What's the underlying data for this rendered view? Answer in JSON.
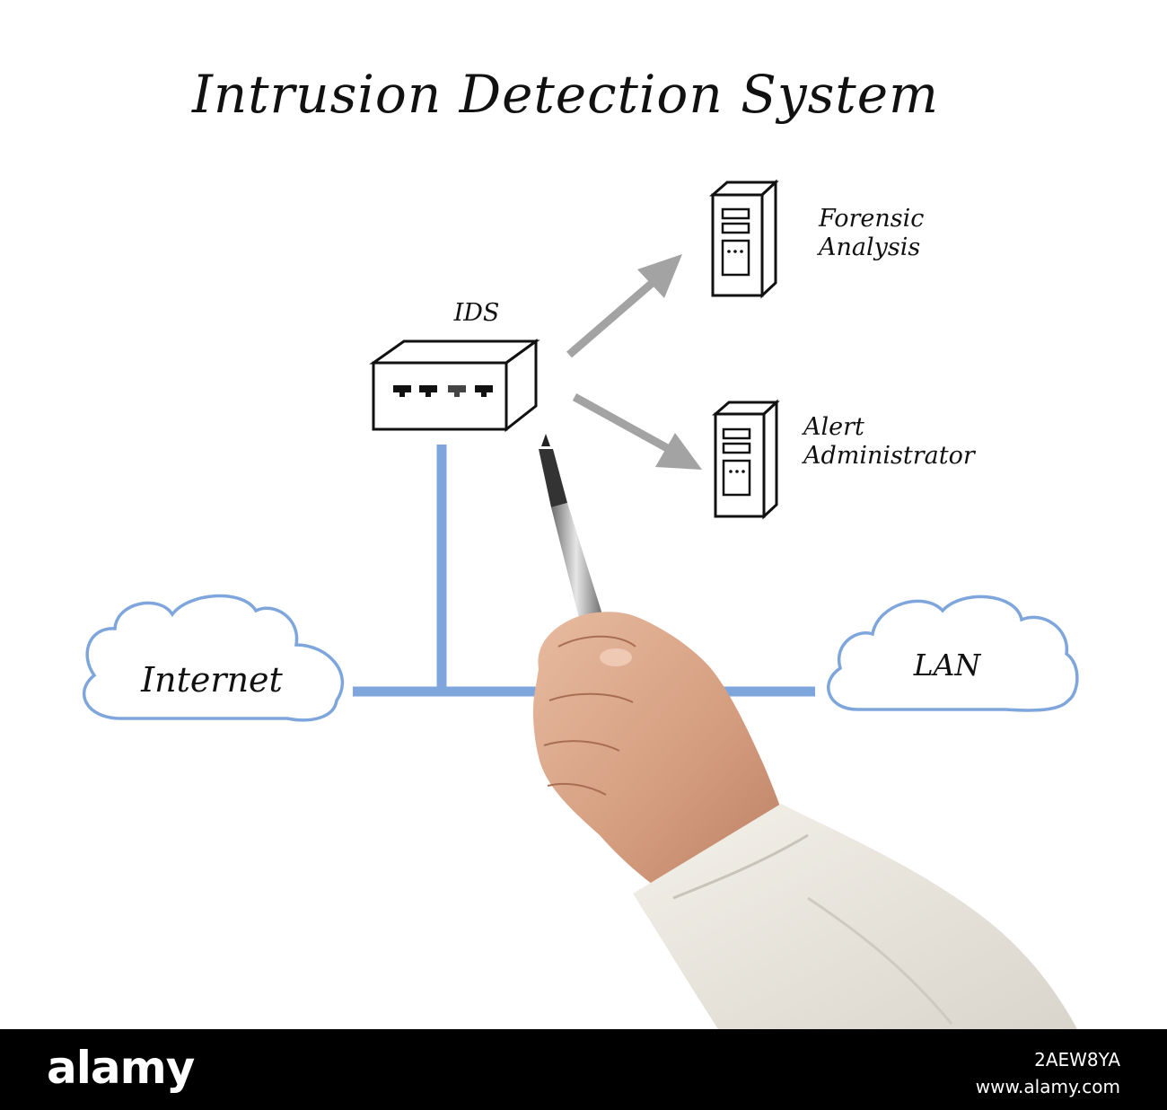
{
  "diagram": {
    "title": "Intrusion Detection System",
    "nodes": {
      "ids": "IDS",
      "forensic_line1": "Forensic",
      "forensic_line2": "Analysis",
      "alert_line1": "Alert",
      "alert_line2": "Administrator",
      "internet": "Internet",
      "lan": "LAN"
    },
    "edges": [
      {
        "from": "IDS",
        "to": "Forensic Analysis",
        "style": "arrow"
      },
      {
        "from": "IDS",
        "to": "Alert Administrator",
        "style": "arrow"
      },
      {
        "from": "IDS",
        "to": "network-bus",
        "style": "line"
      },
      {
        "from": "Internet",
        "to": "LAN",
        "style": "line"
      }
    ],
    "icons": {
      "ids": "network-switch-icon",
      "forensic": "server-tower-icon",
      "alert": "server-tower-icon",
      "internet": "cloud-icon",
      "lan": "cloud-icon",
      "pointer": "hand-holding-pen"
    },
    "colors": {
      "network_line": "#7ea6dc",
      "cloud_outline": "#7ea6dc",
      "arrow": "#a3a3a3",
      "ink": "#111111"
    }
  },
  "watermark": {
    "logo": "alamy",
    "image_id": "2AEW8YA",
    "url": "www.alamy.com"
  }
}
